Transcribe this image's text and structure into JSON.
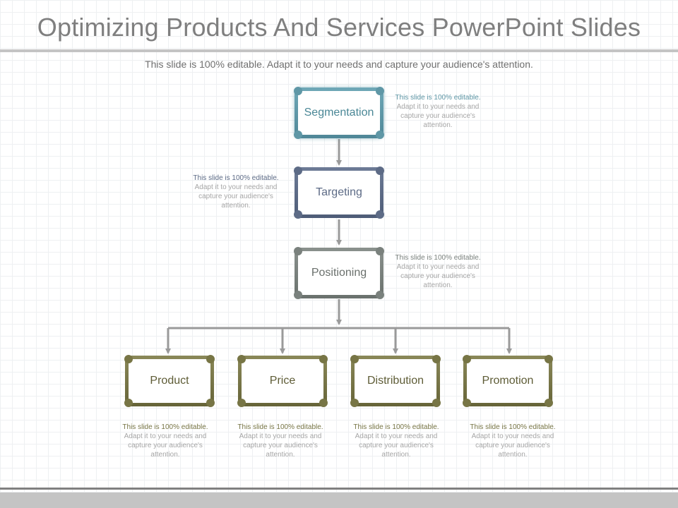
{
  "title": "Optimizing Products And Services PowerPoint Slides",
  "subtitle": "This slide is 100% editable. Adapt it to your needs and capture your audience's attention.",
  "colors": {
    "segmentation": "#5f97a6",
    "targeting": "#5d6b86",
    "positioning": "#7a817d",
    "bottom_row": "#777545",
    "connector": "#9a9a9a"
  },
  "nodes": {
    "segmentation": "Segmentation",
    "targeting": "Targeting",
    "positioning": "Positioning",
    "product": "Product",
    "price": "Price",
    "distribution": "Distribution",
    "promotion": "Promotion"
  },
  "notes": {
    "lead": "This slide is 100% editable.",
    "rest": "Adapt it to your needs and capture your audience's attention."
  }
}
